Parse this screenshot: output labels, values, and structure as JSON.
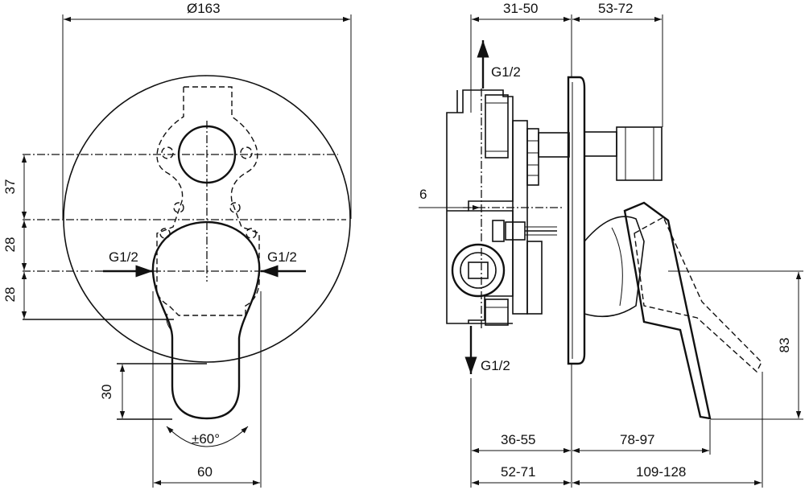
{
  "front_view": {
    "diameter": "Ø163",
    "dim_37": "37",
    "dim_28_upper": "28",
    "dim_28_lower": "28",
    "dim_30": "30",
    "dim_60": "60",
    "rotation": "±60°",
    "inlet_left": "G1/2",
    "inlet_right": "G1/2"
  },
  "side_view": {
    "dim_top_a": "31-50",
    "dim_top_b": "53-72",
    "dim_6": "6",
    "outlet_top": "G1/2",
    "outlet_bottom": "G1/2",
    "dim_83": "83",
    "dim_bottom_a1": "36-55",
    "dim_bottom_b1": "78-97",
    "dim_bottom_a2": "52-71",
    "dim_bottom_b2": "109-128"
  }
}
